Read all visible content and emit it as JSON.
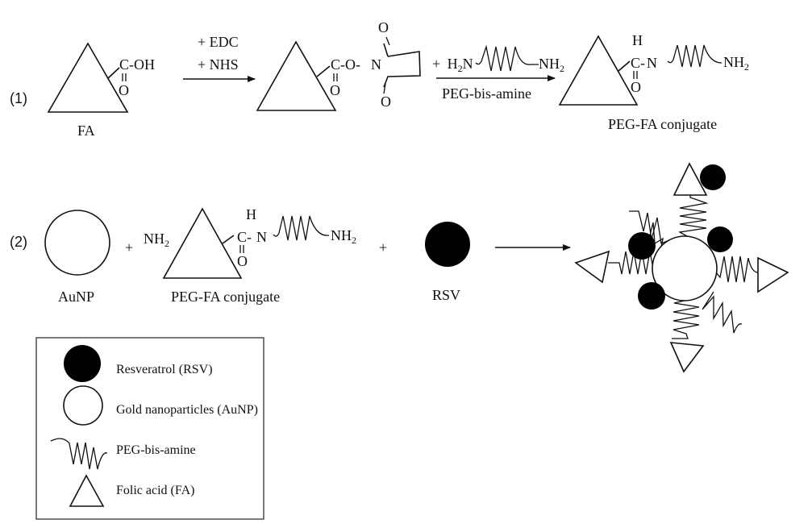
{
  "figure": {
    "colors": {
      "ink": "#111111",
      "background": "#ffffff",
      "filled": "#000000"
    },
    "step1": {
      "label": "(1)",
      "fa": {
        "group": "C-OH",
        "carbonyl_o": "O",
        "caption": "FA"
      },
      "reagents_line1": "+ EDC",
      "reagents_line2": "+ NHS",
      "nhs_ester": {
        "group": "C-O-",
        "carbonyl_o": "O",
        "n": "N",
        "ring_o_top": "O",
        "ring_o_bottom": "O"
      },
      "peg_reagent": {
        "plus": "+",
        "h2n": "H",
        "h2n_sub": "2",
        "h2n_n": "N",
        "nh2": "NH",
        "nh2_sub": "2",
        "caption": "PEG-bis-amine"
      },
      "product": {
        "c": "C-",
        "n": "N",
        "h": "H",
        "carbonyl_o": "O",
        "nh2": "NH",
        "nh2_sub": "2",
        "caption": "PEG-FA conjugate"
      }
    },
    "step2": {
      "label": "(2)",
      "aunp_caption": "AuNP",
      "plus1": "+",
      "conjugate": {
        "nh2_left": "NH",
        "nh2_left_sub": "2",
        "c": "C-",
        "n": "N",
        "h": "H",
        "carbonyl_o": "O",
        "nh2": "NH",
        "nh2_sub": "2",
        "caption": "PEG-FA conjugate"
      },
      "plus2": "+",
      "rsv_caption": "RSV"
    },
    "legend": {
      "items": [
        {
          "icon": "filled-circle-icon",
          "label": "Resveratrol (RSV)"
        },
        {
          "icon": "open-circle-icon",
          "label": "Gold nanoparticles (AuNP)"
        },
        {
          "icon": "wavy-chain-icon",
          "label": "PEG-bis-amine"
        },
        {
          "icon": "triangle-icon",
          "label": "Folic acid (FA)"
        }
      ]
    }
  }
}
